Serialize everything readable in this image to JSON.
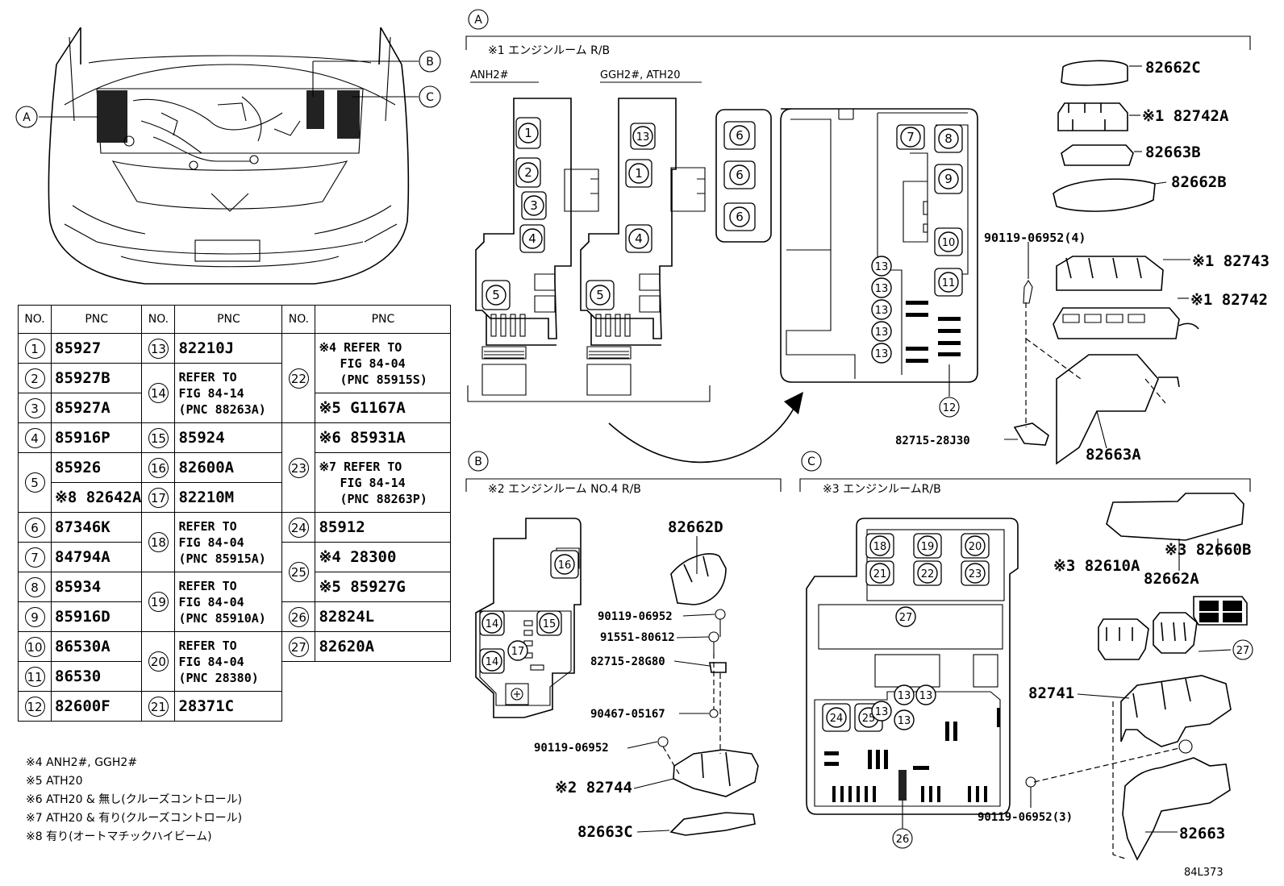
{
  "sections": {
    "a": {
      "letter": "A",
      "title": "※1 エンジンルーム R/B",
      "variant_1": "ANH2#",
      "variant_2": "GGH2#, ATH20"
    },
    "b": {
      "letter": "B",
      "title": "※2 エンジンルーム NO.4 R/B"
    },
    "c": {
      "letter": "C",
      "title": "※3 エンジンルームR/B"
    }
  },
  "table": {
    "header_no": "NO.",
    "header_pnc": "PNC",
    "rows": [
      {
        "no": "1",
        "pnc": "85927"
      },
      {
        "no": "2",
        "pnc": "85927B"
      },
      {
        "no": "3",
        "pnc": "85927A"
      },
      {
        "no": "4",
        "pnc": "85916P"
      },
      {
        "no": "5",
        "pnc": "85926",
        "pnc_alt": "※8 82642A"
      },
      {
        "no": "6",
        "pnc": "87346K"
      },
      {
        "no": "7",
        "pnc": "84794A"
      },
      {
        "no": "8",
        "pnc": "85934"
      },
      {
        "no": "9",
        "pnc": "85916D"
      },
      {
        "no": "10",
        "pnc": "86530A"
      },
      {
        "no": "11",
        "pnc": "86530"
      },
      {
        "no": "12",
        "pnc": "82600F"
      },
      {
        "no": "13",
        "pnc": "82210J"
      },
      {
        "no": "14",
        "pnc_l1": "REFER TO",
        "pnc_l2": "FIG 84-14",
        "pnc_l3": "(PNC 88263A)"
      },
      {
        "no": "15",
        "pnc": "85924"
      },
      {
        "no": "16",
        "pnc": "82600A"
      },
      {
        "no": "17",
        "pnc": "82210M"
      },
      {
        "no": "18",
        "pnc_l1": "REFER TO",
        "pnc_l2": "FIG 84-04",
        "pnc_l3": "(PNC 85915A)"
      },
      {
        "no": "19",
        "pnc_l1": "REFER TO",
        "pnc_l2": "FIG 84-04",
        "pnc_l3": "(PNC 85910A)"
      },
      {
        "no": "20",
        "pnc_l1": "REFER TO",
        "pnc_l2": "FIG 84-04",
        "pnc_l3": "(PNC 28380)"
      },
      {
        "no": "21",
        "pnc": "28371C"
      },
      {
        "no": "22",
        "pnc_l1": "※4 REFER TO",
        "pnc_l2": "FIG 84-04",
        "pnc_l3": "(PNC 85915S)",
        "pnc_alt": "※5 G1167A"
      },
      {
        "no": "23",
        "pnc": "※6 85931A",
        "pnc_l1": "※7 REFER TO",
        "pnc_l2": "FIG 84-14",
        "pnc_l3": "(PNC 88263P)"
      },
      {
        "no": "24",
        "pnc": "85912"
      },
      {
        "no": "25",
        "pnc": "※4 28300",
        "pnc_alt": "※5 85927G"
      },
      {
        "no": "26",
        "pnc": "82824L"
      },
      {
        "no": "27",
        "pnc": "82620A"
      }
    ]
  },
  "notes": [
    "※4 ANH2#, GGH2#",
    "※5 ATH20",
    "※6 ATH20 & 無し(クルーズコントロール)",
    "※7 ATH20 & 有り(クルーズコントロール)",
    "※8 有り(オートマチックハイビーム)"
  ],
  "labels": {
    "p82662C": "82662C",
    "p82742A": "※1 82742A",
    "p82663B": "82663B",
    "p82662B": "82662B",
    "p90119_4": "90119-06952(4)",
    "p82743": "※1 82743",
    "p82742": "※1 82742",
    "p82715_28J30": "82715-28J30",
    "p82663A": "82663A",
    "p82662D": "82662D",
    "p90119_b1": "90119-06952",
    "p91551": "91551-80612",
    "p82715_28G80": "82715-28G80",
    "p90467": "90467-05167",
    "p90119_b2": "90119-06952",
    "p82744": "※2 82744",
    "p82663C": "82663C",
    "p82610A": "※3 82610A",
    "p82660B": "※3 82660B",
    "p82662A": "82662A",
    "p82741": "82741",
    "p90119_3": "90119-06952(3)",
    "p82663": "82663",
    "ref12": "12",
    "ref27": "27",
    "ref26": "26",
    "drawing_id": "84L373"
  }
}
